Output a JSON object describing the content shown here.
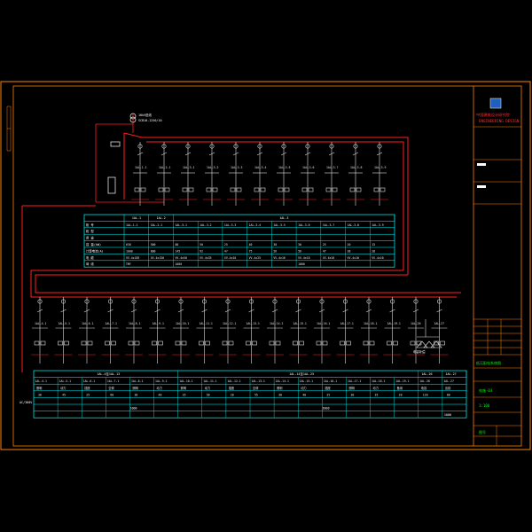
{
  "title_block": {
    "company_line1": "中国建筑设计研究院",
    "company_line2": "ENGINEERING DESIGN",
    "drawing_title": "低压配电系统图",
    "drawing_no": "电施-03",
    "scale": "1:100",
    "sheet_label": "图号"
  },
  "upper_panel": {
    "header_groups": [
      {
        "label": "1AL-1",
        "span": 1
      },
      {
        "label": "1AL-2",
        "span": 1
      },
      {
        "label": "1AL-3",
        "span": 9
      }
    ],
    "cabinet_ids": [
      "1AL-1-1",
      "1AL-2-1",
      "1AL-3-1",
      "1AL-3-2",
      "1AL-3-3",
      "1AL-3-4",
      "1AL-3-5",
      "1AL-3-6",
      "1AL-3-7",
      "1AL-3-8",
      "1AL-3-9"
    ],
    "row_labels": [
      "柜  号",
      "柜 型",
      "用 途",
      "容 量(kW)",
      "计算电流(A)",
      "电 缆",
      "母 线"
    ],
    "capacity": [
      "630",
      "500",
      "80",
      "50",
      "25",
      "40",
      "30",
      "30",
      "25",
      "20",
      "15"
    ],
    "current": [
      "1000",
      "800",
      "145",
      "92",
      "47",
      "75",
      "56",
      "56",
      "47",
      "38",
      "28"
    ],
    "cables": [
      "VV-4x185",
      "VV-4x150",
      "VV-4x50",
      "VV-4x35",
      "VV-4x16",
      "VV-4x25",
      "VV-4x16",
      "VV-4x16",
      "VV-4x16",
      "VV-4x10",
      "VV-4x10"
    ],
    "busbar": [
      "TMY",
      "",
      "1000",
      "",
      "",
      "",
      "",
      "1000",
      "",
      "",
      ""
    ]
  },
  "lower_panel": {
    "header_groups": [
      {
        "label": "1AL-4至1AL-13",
        "span": 6
      },
      {
        "label": "1AL-14至1AL-25",
        "span": 10
      },
      {
        "label": "1AL-26",
        "span": 1
      },
      {
        "label": "1AL-27",
        "span": 1
      }
    ],
    "cabinet_ids": [
      "1AL-4-1",
      "1AL-5-1",
      "1AL-6-1",
      "1AL-7-1",
      "1AL-8-1",
      "1AL-9-1",
      "1AL-10-1",
      "1AL-11-1",
      "1AL-12-1",
      "1AL-13-1",
      "1AL-14-1",
      "1AL-15-1",
      "1AL-16-1",
      "1AL-17-1",
      "1AL-18-1",
      "1AL-19-1",
      "1AL-26",
      "1AL-27"
    ],
    "loads": [
      "照明",
      "动力",
      "插座",
      "空调",
      "照明",
      "动力",
      "照明",
      "动力",
      "插座",
      "空调",
      "照明",
      "动力",
      "插座",
      "照明",
      "动力",
      "备用",
      "电容",
      "出线"
    ],
    "capacity": [
      "30",
      "45",
      "25",
      "60",
      "30",
      "40",
      "35",
      "50",
      "20",
      "55",
      "30",
      "40",
      "25",
      "30",
      "35",
      "20",
      "120",
      "80"
    ],
    "bus_label": "1000",
    "bus_label2": "1000",
    "right_label": "1000"
  },
  "notes": {
    "left_side_label": "AC/380V",
    "incoming": "10kV进线",
    "transformer": "SCB10-1250/10",
    "capacitor_label": "电容补偿"
  },
  "colors": {
    "frame": "#ff7f00",
    "busbar": "#ff2020",
    "wiring": "#e0e0e0",
    "table": "#00ffff",
    "titleblock_text": "#00ff00"
  }
}
